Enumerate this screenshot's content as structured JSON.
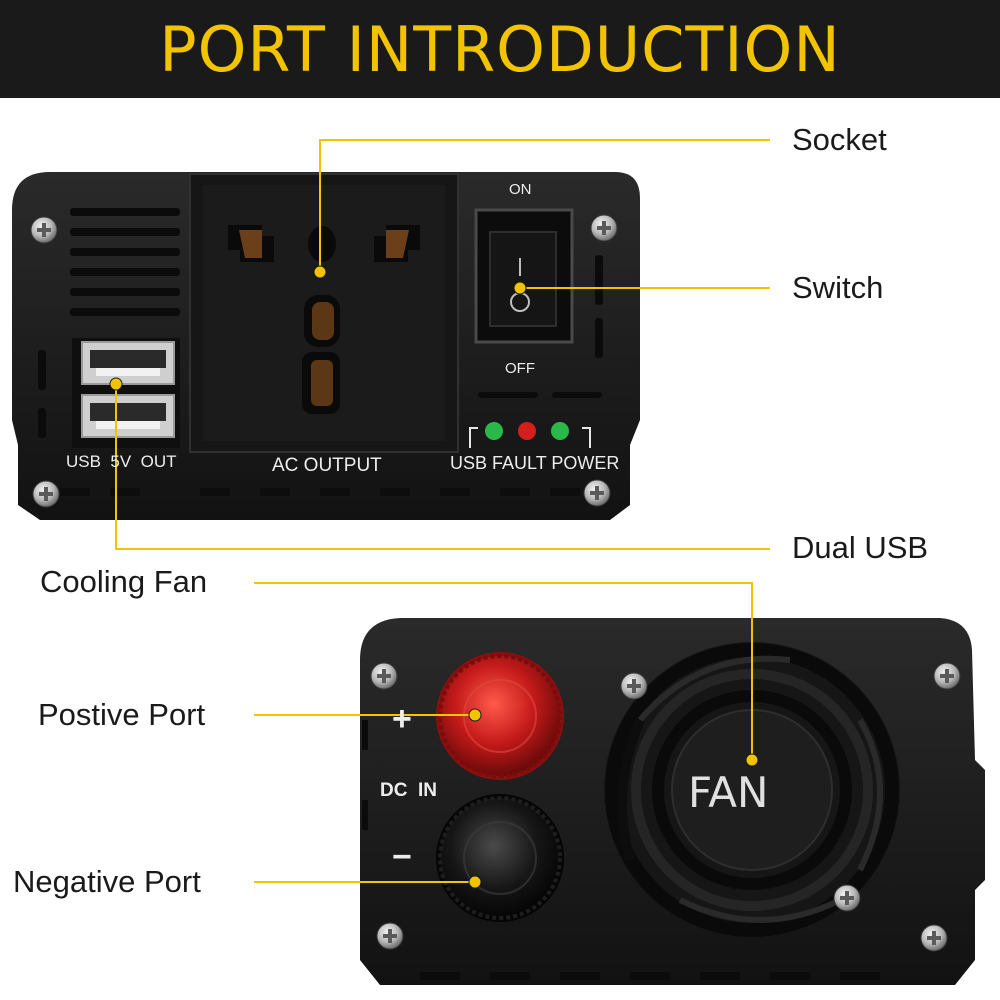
{
  "header": {
    "title": "PORT INTRODUCTION"
  },
  "callouts": {
    "socket": "Socket",
    "switch": "Switch",
    "dual_usb": "Dual USB",
    "cooling_fan": "Cooling Fan",
    "positive_port": "Postive Port",
    "negative_port": "Negative Port"
  },
  "front_panel": {
    "switch_on": "ON",
    "switch_off": "OFF",
    "usb_label": "USB  5V  OUT",
    "ac_output": "AC OUTPUT",
    "indicator_label": "USB FAULT POWER"
  },
  "rear_panel": {
    "plus": "+",
    "minus": "−",
    "dc_in": "DC  IN",
    "fan": "FAN"
  },
  "colors": {
    "header_bg": "#1a1a1a",
    "title": "#f2c400",
    "leader_line": "#f2c400",
    "body": "#1c1c1c",
    "positive_terminal": "#c41a1a",
    "negative_terminal": "#151515",
    "led_green": "#2bb84a",
    "led_red": "#d4201c"
  },
  "icons": [
    "screw-icon",
    "usb-port-icon",
    "power-socket-icon",
    "rocker-switch-icon",
    "fan-grille-icon",
    "led-indicator-icon"
  ]
}
